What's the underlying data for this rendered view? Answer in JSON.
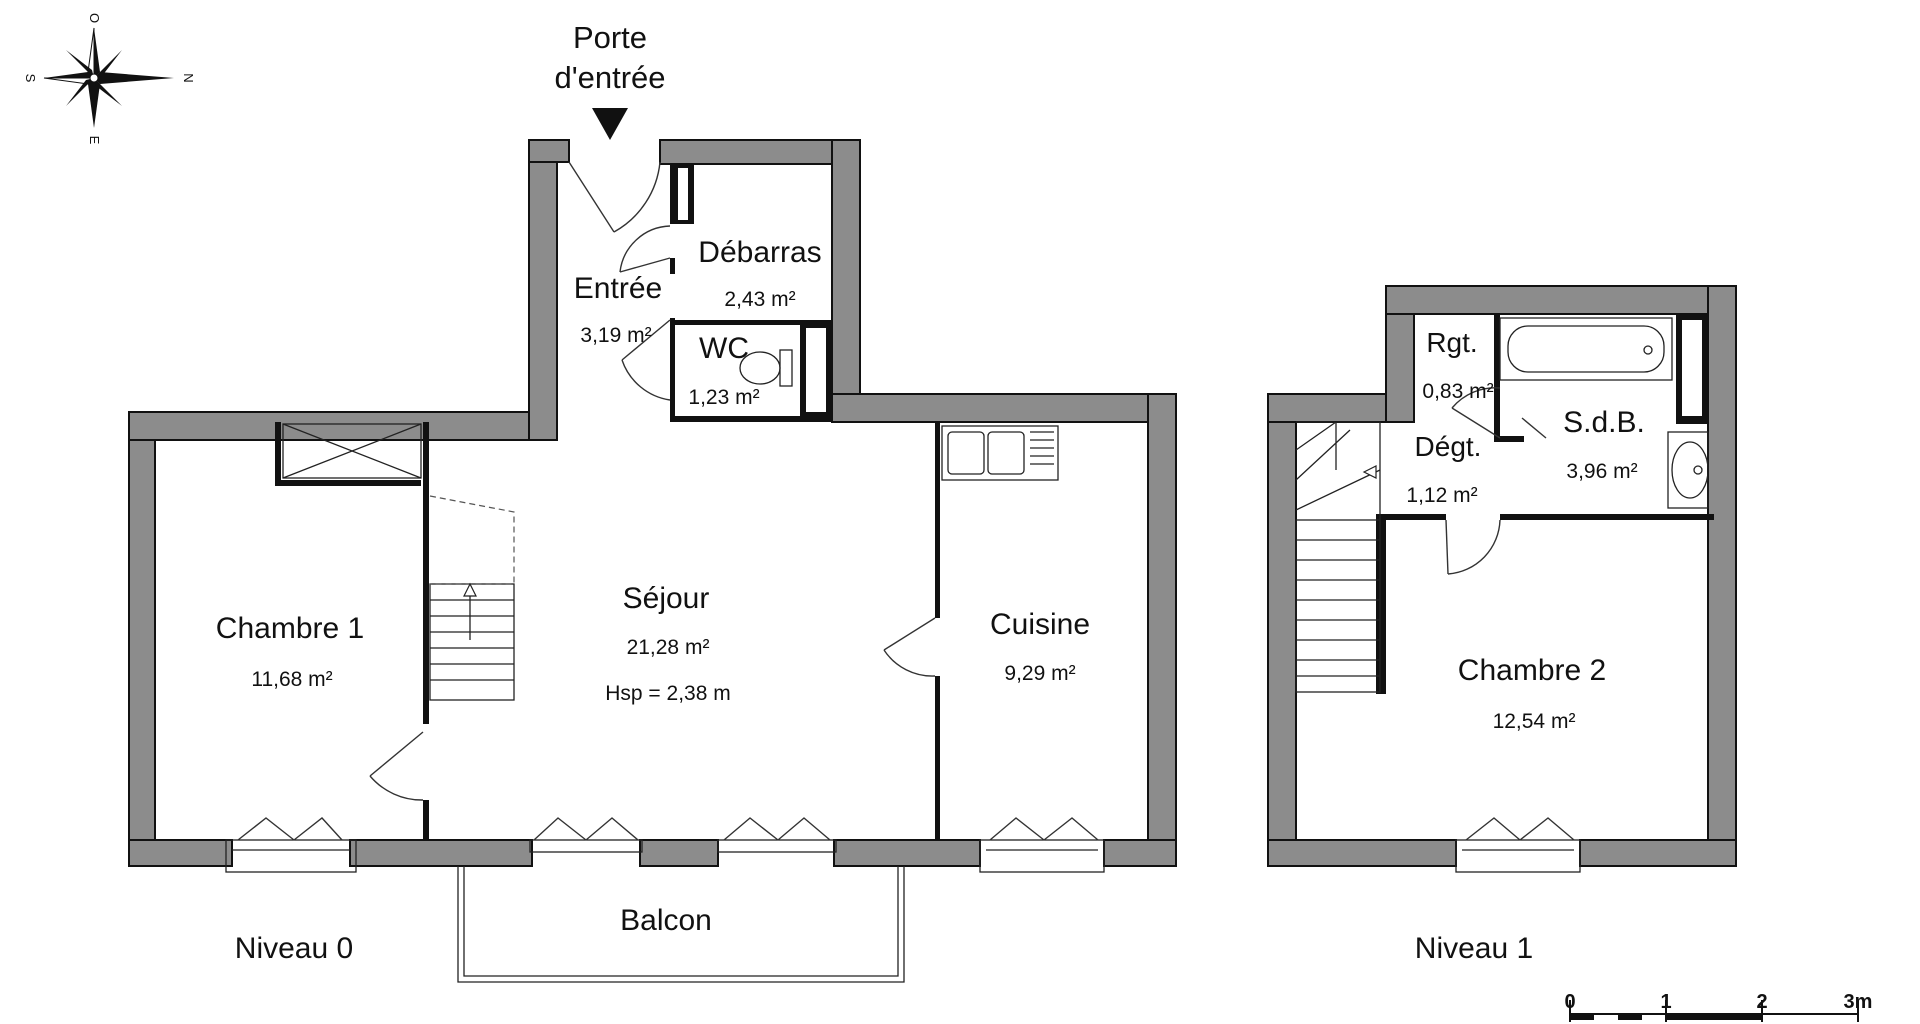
{
  "plan": {
    "entrance_label_line1": "Porte",
    "entrance_label_line2": "d'entrée",
    "compass": {
      "n": "N",
      "s": "S",
      "e": "E",
      "o": "O"
    },
    "levels": [
      {
        "label": "Niveau 0",
        "rooms": [
          {
            "name": "Entrée",
            "area": "3,19 m²"
          },
          {
            "name": "Débarras",
            "area": "2,43 m²"
          },
          {
            "name": "WC",
            "area": "1,23 m²"
          },
          {
            "name": "Chambre 1",
            "area": "11,68 m²"
          },
          {
            "name": "Séjour",
            "area": "21,28 m²",
            "note": "Hsp = 2,38 m"
          },
          {
            "name": "Cuisine",
            "area": "9,29 m²"
          }
        ],
        "outdoor": "Balcon"
      },
      {
        "label": "Niveau 1",
        "rooms": [
          {
            "name": "Rgt.",
            "area": "0,83 m²"
          },
          {
            "name": "S.d.B.",
            "area": "3,96 m²"
          },
          {
            "name": "Dégt.",
            "area": "1,12 m²"
          },
          {
            "name": "Chambre 2",
            "area": "12,54 m²"
          }
        ]
      }
    ],
    "scale": {
      "ticks": [
        "0",
        "1",
        "2",
        "3m"
      ]
    }
  }
}
